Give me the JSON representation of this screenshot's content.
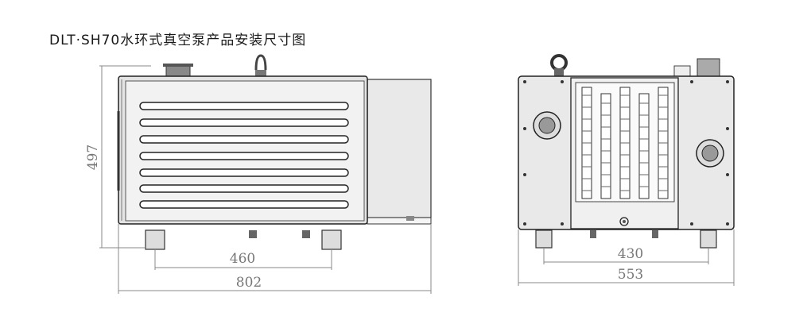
{
  "title": "DLT·SH70水环式真空泵产品安装尺寸图",
  "front_view": {
    "height_dim": "497",
    "foot_spacing_dim": "460",
    "overall_length_dim": "802"
  },
  "side_view": {
    "foot_spacing_dim": "430",
    "overall_width_dim": "553"
  }
}
